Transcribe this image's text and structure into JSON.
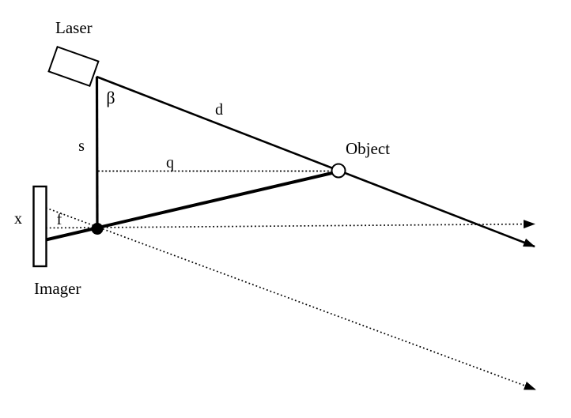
{
  "diagram": {
    "description": "Laser triangulation ranging geometry diagram",
    "labels": {
      "laser": "Laser",
      "beta": "β",
      "d": "d",
      "s": "s",
      "q": "q",
      "object": "Object",
      "x": "x",
      "f": "f",
      "imager": "Imager"
    },
    "colors": {
      "line": "#000000",
      "background": "#ffffff",
      "object_fill": "#ffffff"
    }
  }
}
